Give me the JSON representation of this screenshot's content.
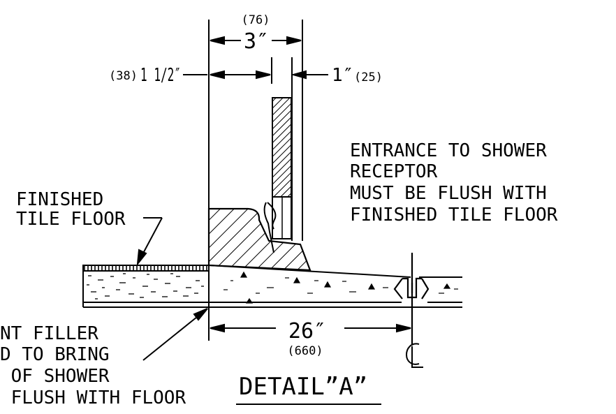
{
  "dimensions": {
    "top_metric": "(76)",
    "top_imperial": "3″",
    "left_metric": "(38)",
    "left_imperial": "1 1/2″",
    "right_imperial": "1″",
    "right_metric": "(25)",
    "bottom_imperial": "26″",
    "bottom_metric": "(660)"
  },
  "notes": {
    "entrance": [
      "ENTRANCE TO SHOWER",
      "RECEPTOR",
      "MUST BE FLUSH WITH",
      "FINISHED TILE FLOOR"
    ],
    "finished_floor": [
      "FINISHED",
      "TILE FLOOR"
    ],
    "filler": [
      "NT FILLER",
      "D TO BRING",
      " OF SHOWER",
      " FLUSH WITH FLOOR"
    ]
  },
  "centerline_symbol": "CL",
  "detail_title": "DETAIL”A”"
}
